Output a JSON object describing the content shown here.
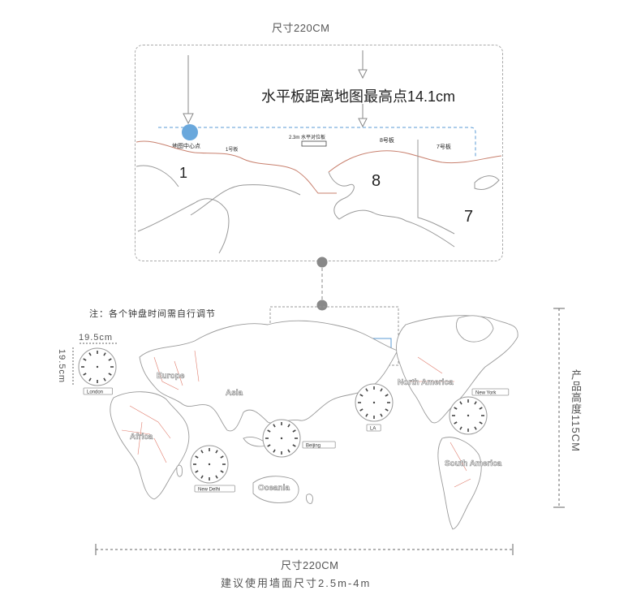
{
  "dimensions": {
    "top_width": "尺寸220CM",
    "bottom_width": "尺寸220CM",
    "height": "产品高度115CM",
    "wall_suggest": "建议使用墙面尺寸2.5m-4m",
    "clock_w": "19.5cm",
    "clock_h": "19.5cm"
  },
  "note": "注：各个钟盘时间需自行调节",
  "detail": {
    "headline": "水平板距离地图最高点14.1cm",
    "center_label": "地图中心点",
    "level_label": "2.3m 水平对位板",
    "board_1": "1号板",
    "board_8": "8号板",
    "board_7": "7号板",
    "num_1": "1",
    "num_8": "8",
    "num_7": "7"
  },
  "map": {
    "continents": [
      "Europe",
      "Asia",
      "Africa",
      "North America",
      "South America",
      "Oceania"
    ],
    "clocks": [
      "London",
      "Beijing",
      "New Delhi",
      "LA",
      "New York"
    ]
  },
  "colors": {
    "accent_blue": "#5b9bd5",
    "dot_blue": "#6aa8dc",
    "border_red": "#e07a6a",
    "outline": "#9a9a9a"
  }
}
